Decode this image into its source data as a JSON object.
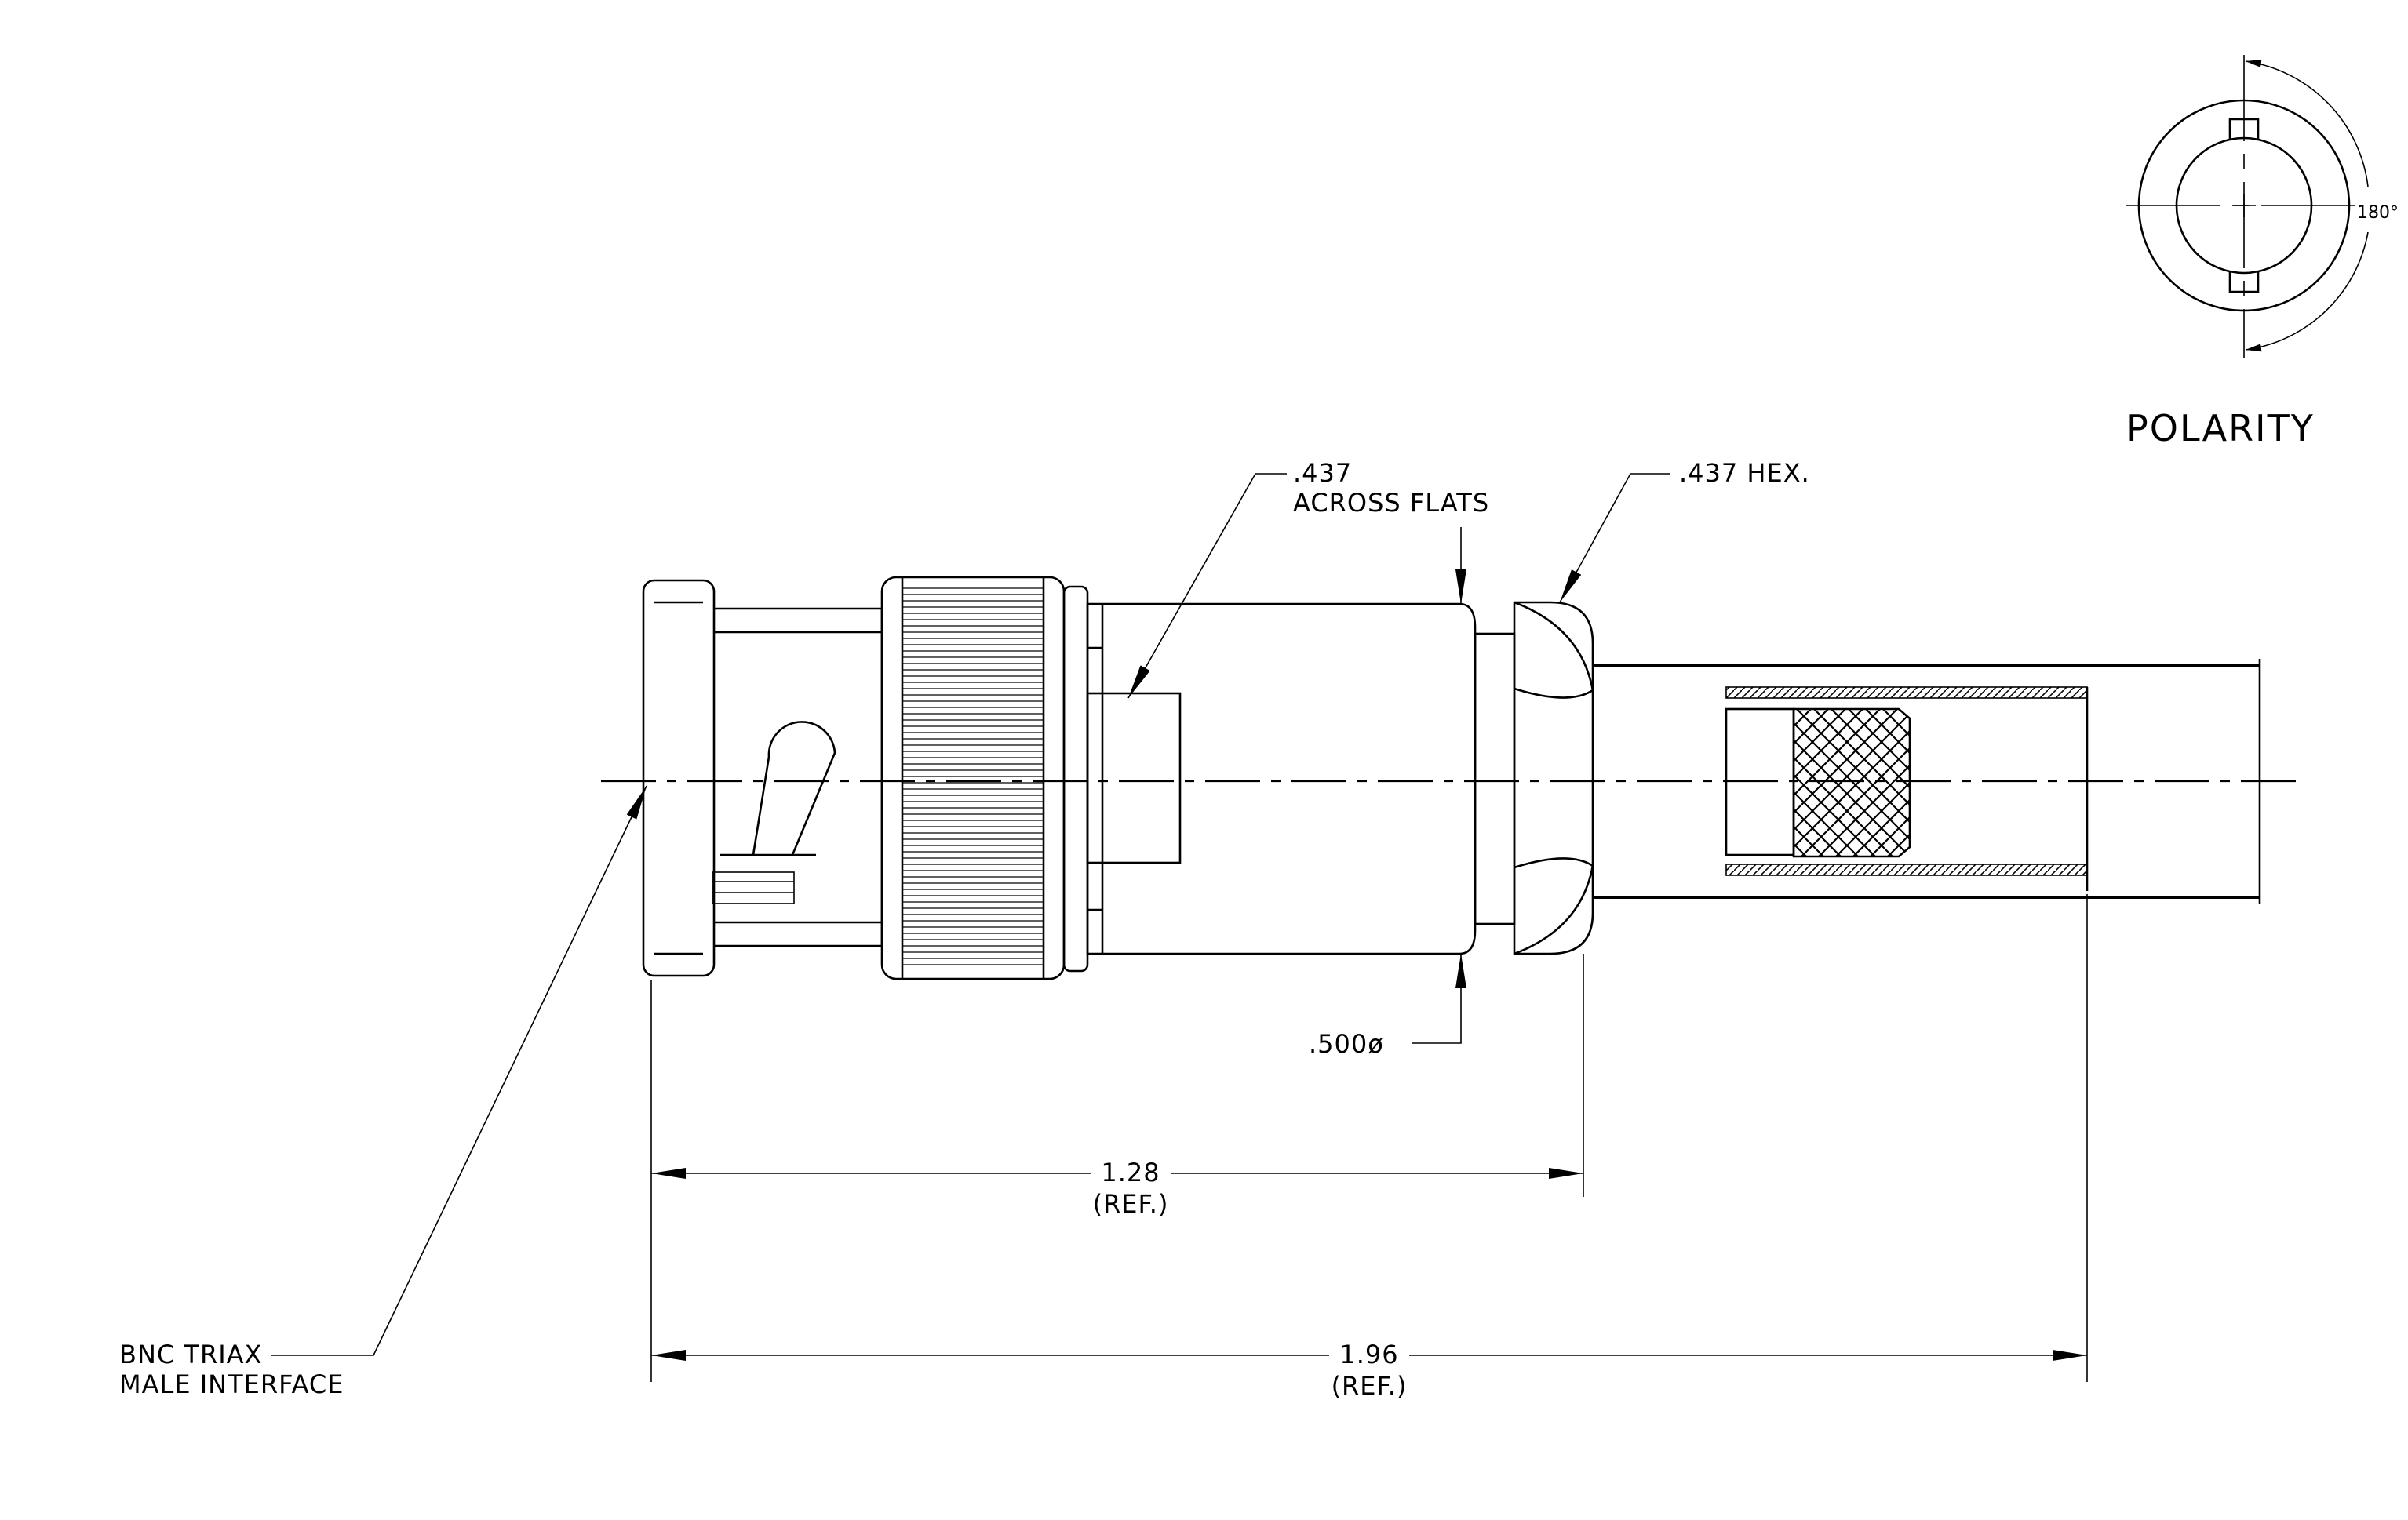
{
  "drawing": {
    "polarity": {
      "title": "POLARITY",
      "angle": "180°"
    },
    "callouts": {
      "across_flats_line1": ".437",
      "across_flats_line2": "ACROSS FLATS",
      "hex": ".437 HEX.",
      "diameter": ".500ø",
      "interface_line1": "BNC TRIAX",
      "interface_line2": "MALE INTERFACE"
    },
    "dimensions": {
      "short_value": "1.28",
      "short_ref": "(REF.)",
      "long_value": "1.96",
      "long_ref": "(REF.)"
    }
  }
}
